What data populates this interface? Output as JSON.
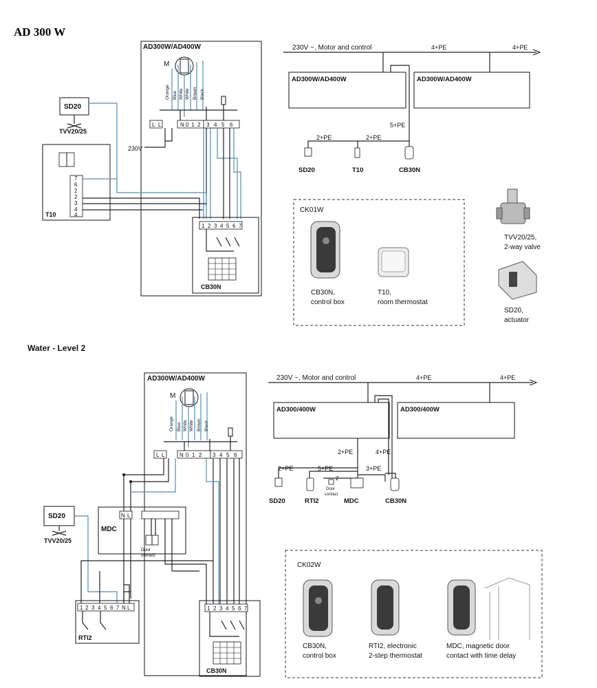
{
  "title": "AD 300 W",
  "section2_title": "Water - Level 2",
  "level1": {
    "unit_box_label": "AD300W/AD400W",
    "motor_label": "M",
    "wire_colors": [
      "Orange",
      "Blue",
      "White",
      "White",
      "Brown",
      "Black"
    ],
    "unit_terminals": [
      "L",
      "L",
      "N",
      "0",
      "1",
      "2",
      "3",
      "4",
      "5",
      "6"
    ],
    "supply_label": "230V",
    "sd20_label": "SD20",
    "tvv_label": "TVV20/25",
    "t10_label": "T10",
    "t10_terminals": [
      "7",
      "6",
      "2",
      "2",
      "3",
      "4",
      "4"
    ],
    "cb30n_label": "CB30N",
    "cb30n_terminals": [
      "1",
      "2",
      "3",
      "4",
      "5",
      "6",
      "7"
    ],
    "wiring": {
      "supply_label": "230V ~, Motor and control",
      "link1": "4+PE",
      "link2": "4+PE",
      "unit1": "AD300W/AD400W",
      "unit2": "AD300W/AD400W",
      "down_link": "5+PE",
      "sd20_link": "2+PE",
      "t10_link": "2+PE",
      "sd20": "SD20",
      "t10": "T10",
      "cb30n": "CB30N"
    },
    "kit": {
      "name": "CK01W",
      "item1": [
        "CB30N,",
        "control box"
      ],
      "item2": [
        "T10,",
        "room thermostat"
      ]
    },
    "tvv_desc": [
      "TVV20/25,",
      "2-way valve"
    ],
    "sd20_desc": [
      "SD20,",
      "actuator"
    ]
  },
  "level2": {
    "unit_box_label": "AD300W/AD400W",
    "motor_label": "M",
    "wire_colors": [
      "Orange",
      "Blue",
      "White",
      "White",
      "Brown",
      "Black"
    ],
    "unit_terminals": [
      "L",
      "L",
      "N",
      "0",
      "1",
      "2",
      "3",
      "4",
      "5",
      "6"
    ],
    "sd20_label": "SD20",
    "tvv_label": "TVV20/25",
    "mdc_label": "MDC",
    "mdc_terminals": [
      "N",
      "L"
    ],
    "door_contact": [
      "Door",
      "contact"
    ],
    "rti2_label": "RTI2",
    "rti2_terminals": [
      "1",
      "2",
      "3",
      "4",
      "5",
      "6",
      "7",
      "N",
      "L"
    ],
    "cb30n_label": "CB30N",
    "cb30n_terminals": [
      "1",
      "2",
      "3",
      "4",
      "5",
      "6",
      "7"
    ],
    "wiring": {
      "supply_label": "230V ~, Motor and control",
      "link1": "4+PE",
      "link2": "4+PE",
      "unit1": "AD300/400W",
      "unit2": "AD300/400W",
      "l_2pe": "2+PE",
      "l_4pe": "4+PE",
      "sd20_link": "2+PE",
      "rti2_link": "5+PE",
      "door_link": "2",
      "cb_link": "3+PE",
      "door": [
        "Door",
        "contact"
      ],
      "sd20": "SD20",
      "rti2": "RTI2",
      "mdc": "MDC",
      "cb30n": "CB30N"
    },
    "kit": {
      "name": "CK02W",
      "item1": [
        "CB30N,",
        "control box"
      ],
      "item2": [
        "RTI2, electronic",
        "2-step thermostat"
      ],
      "item3": [
        "MDC, magnetic door",
        "contact with time delay"
      ]
    }
  }
}
